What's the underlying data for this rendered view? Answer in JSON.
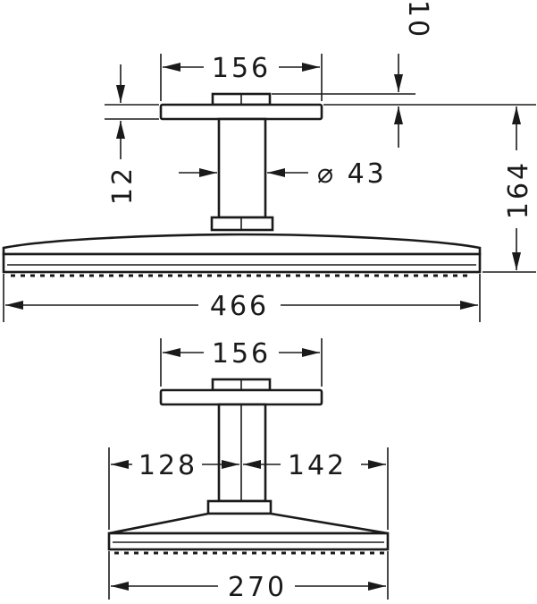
{
  "side_view": {
    "mount_width": "156",
    "gap_top": "10",
    "plate_thickness": "12",
    "pipe_diameter": "⌀ 43",
    "total_height": "164",
    "head_width": "466"
  },
  "front_view": {
    "mount_width": "156",
    "left_offset": "128",
    "right_offset": "142",
    "head_depth": "270"
  },
  "colors": {
    "line": "#1a1a1a",
    "background": "#ffffff"
  }
}
